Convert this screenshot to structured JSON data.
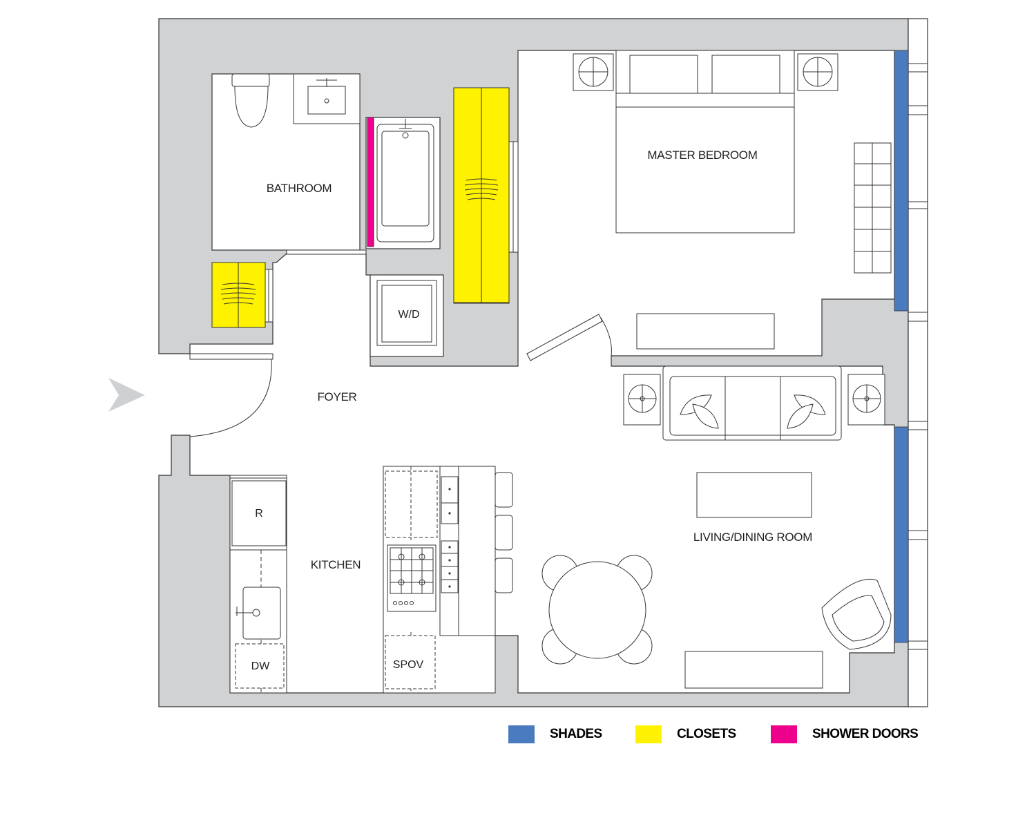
{
  "rooms": {
    "bathroom": "BATHROOM",
    "master_bedroom": "MASTER BEDROOM",
    "foyer": "FOYER",
    "kitchen": "KITCHEN",
    "living_dining": "LIVING/DINING ROOM"
  },
  "appliances": {
    "washer_dryer": "W/D",
    "refrigerator": "R",
    "dishwasher": "DW",
    "speed_oven": "SPOV"
  },
  "legend": [
    {
      "label": "SHADES",
      "color": "#4a7bbf"
    },
    {
      "label": "CLOSETS",
      "color": "#fff200"
    },
    {
      "label": "SHOWER DOORS",
      "color": "#ec008c"
    }
  ],
  "colors": {
    "wall": "#d1d2d4",
    "line": "#333333",
    "entry_arrow": "#cfd0d2"
  },
  "icons": {
    "entry": "entry-arrow-icon"
  }
}
